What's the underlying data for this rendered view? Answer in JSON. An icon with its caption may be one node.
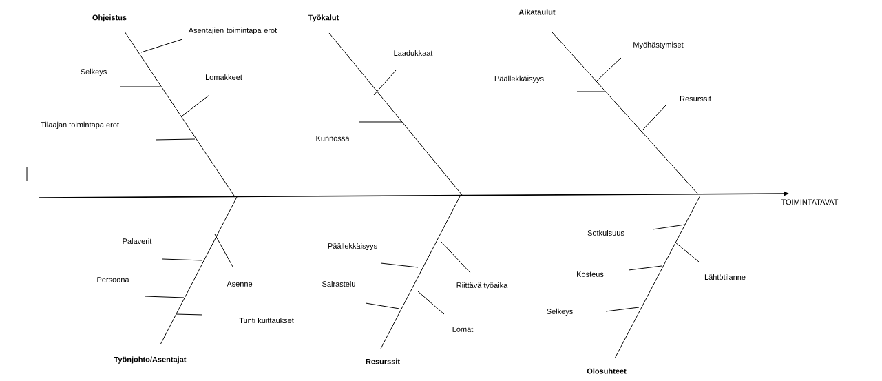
{
  "diagram": {
    "nodes": [
      {
        "text": [
          "Ohjeistus"
        ]
      },
      {
        "text": [
          "Työkalut"
        ]
      },
      {
        "text": [
          "Aikataulut"
        ]
      },
      {
        "text": [
          "Työnjohto/Asentajat"
        ]
      },
      {
        "text": [
          "Resurssit"
        ]
      },
      {
        "text": [
          "Olosuhteet"
        ]
      },
      {
        "text": [
          "TOIMINTATAVAT"
        ]
      }
    ],
    "edges": [
      {
        "from": 0,
        "to": null,
        "arrow": "none"
      },
      {
        "from": 1,
        "to": null,
        "arrow": "none"
      },
      {
        "from": 2,
        "to": null,
        "arrow": "none"
      },
      {
        "from": 3,
        "to": null,
        "arrow": "none"
      },
      {
        "from": 4,
        "to": null,
        "arrow": "none"
      },
      {
        "from": 5,
        "to": null,
        "arrow": "none"
      },
      {
        "from": null,
        "to": 6,
        "arrow": "to"
      }
    ],
    "labels": [
      "Asentajien toimintapa erot",
      "Selkeys",
      "Lomakkeet",
      "Tilaajan toimintapa erot",
      "Laadukkaat",
      "Kunnossa",
      "Myöhästymiset",
      "Päällekkäisyys",
      "Resurssit",
      "Palaverit",
      "Asenne",
      "Persoona",
      "Tunti kuittaukset",
      "Päällekkäisyys",
      "Sairastelu",
      "Riittävä työaika",
      "Lomat",
      "Sotkuisuus",
      "Lähtötilanne",
      "Kosteus",
      "Selkeys"
    ]
  }
}
